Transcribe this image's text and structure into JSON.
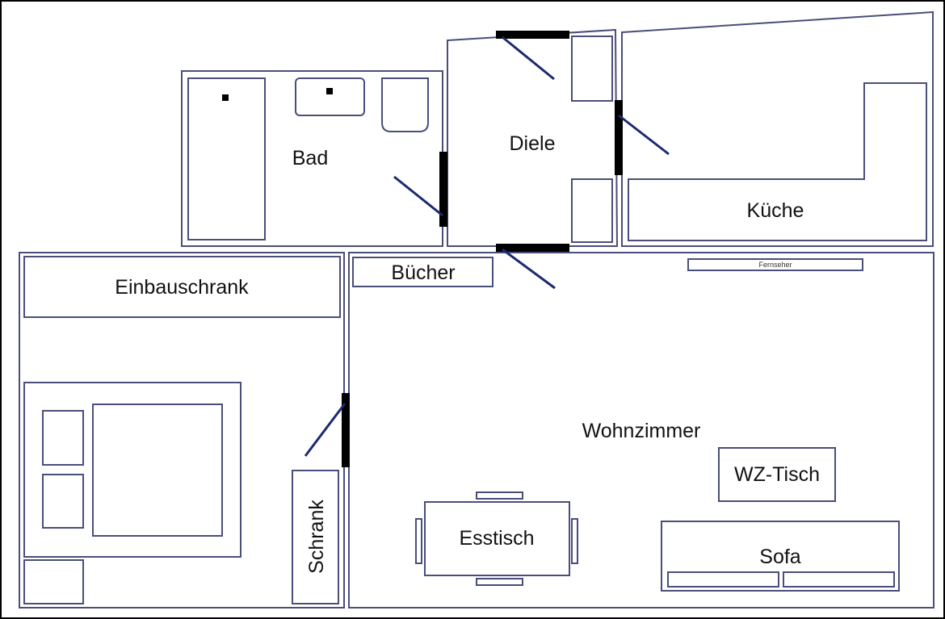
{
  "plan": {
    "rooms": {
      "bad": "Bad",
      "diele": "Diele",
      "kueche": "Küche",
      "wohnzimmer": "Wohnzimmer"
    },
    "furniture": {
      "einbauschrank": "Einbauschrank",
      "buecher": "Bücher",
      "fernseher": "Fernseher",
      "wz_tisch": "WZ-Tisch",
      "esstisch": "Esstisch",
      "sofa": "Sofa",
      "schrank": "Schrank"
    },
    "colors": {
      "wall_line": "#4a4e7a",
      "door_bar": "#000000",
      "door_swing": "#1c2a6e"
    }
  }
}
